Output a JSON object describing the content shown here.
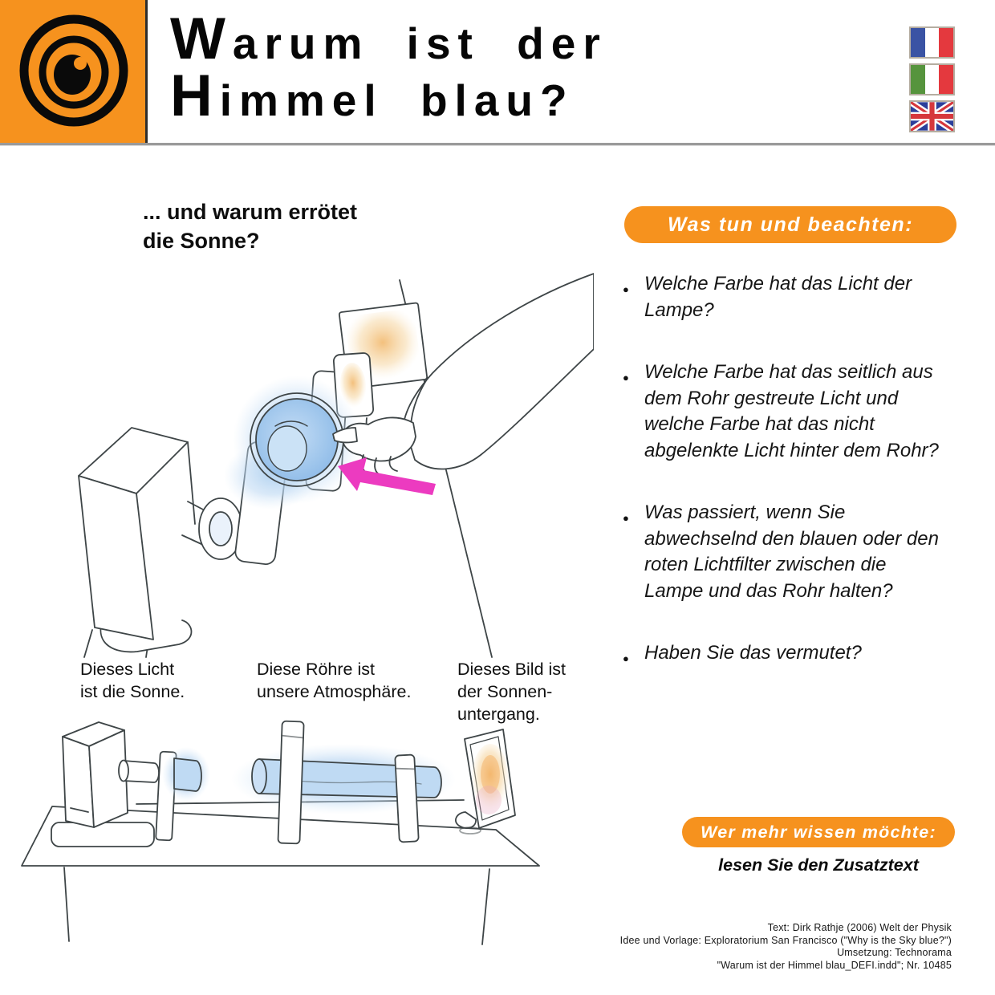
{
  "header": {
    "title_line1": "Warum ist der",
    "title_line2": "Himmel blau?",
    "logo_icon": "concentric-circles-target",
    "flags": [
      "french-flag",
      "italian-flag",
      "uk-flag"
    ]
  },
  "intro": {
    "line1": "... und warum errötet",
    "line2": "die Sonne?"
  },
  "instructions": {
    "banner": "Was tun und beachten:",
    "bullets": [
      "Welche Farbe hat das Licht der Lampe?",
      "Welche Farbe hat das seitlich aus dem Rohr gestreute Licht und welche Farbe hat das nicht abgelenkte Licht hinter dem Rohr?",
      "Was passiert, wenn Sie abwechselnd den blauen oder den roten Lichtfilter zwischen die Lampe und das Rohr halten?",
      "Haben Sie das vermutet?"
    ]
  },
  "captions": [
    {
      "line1": "Dieses Licht",
      "line2": "ist die Sonne.",
      "line3": ""
    },
    {
      "line1": "Diese Röhre ist",
      "line2": "unsere Atmosphäre.",
      "line3": ""
    },
    {
      "line1": "Dieses Bild ist",
      "line2": "der Sonnen-",
      "line3": "untergang."
    }
  ],
  "more_info": {
    "banner": "Wer mehr wissen möchte:",
    "subtext": "lesen Sie den Zusatztext"
  },
  "credits": [
    "Text: Dirk Rathje (2006) Welt der Physik",
    "Idee und Vorlage: Exploratorium San Francisco (\"Why is the Sky blue?\")",
    "Umsetzung: Technorama",
    "\"Warum ist der Himmel blau_DEFI.indd\"; Nr. 10485"
  ],
  "colors": {
    "accent_orange": "#F6921E",
    "arrow_magenta": "#EC3BC0",
    "glow_blue": "#AFD2F0",
    "glow_orange": "#F5C281"
  }
}
